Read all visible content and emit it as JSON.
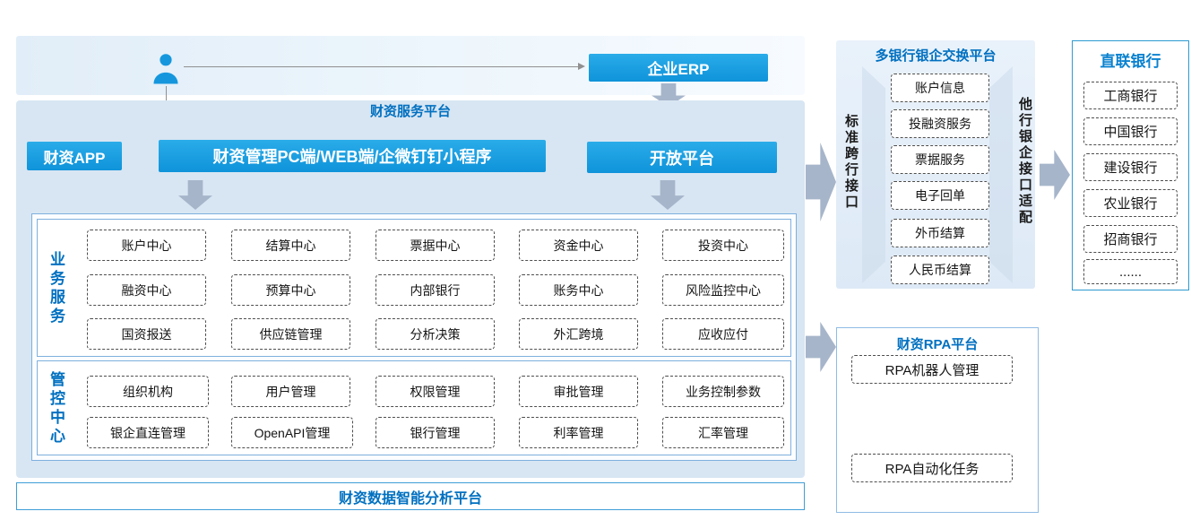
{
  "colors": {
    "accent_blue": "#149de3",
    "title_blue": "#0070c0",
    "panel_light_blue": "#d8e6f3",
    "arrow_gray": "#a6b5ca"
  },
  "top": {
    "erp": "企业ERP",
    "platform_title": "财资服务平台",
    "user_icon": "user-icon"
  },
  "entry": {
    "app": "财资APP",
    "pc": "财资管理PC端/WEB端/企微钉钉小程序",
    "open": "开放平台"
  },
  "business": {
    "label": "业务服务",
    "rows": [
      [
        "账户中心",
        "结算中心",
        "票据中心",
        "资金中心",
        "投资中心"
      ],
      [
        "融资中心",
        "预算中心",
        "内部银行",
        "账务中心",
        "风险监控中心"
      ],
      [
        "国资报送",
        "供应链管理",
        "分析决策",
        "外汇跨境",
        "应收应付"
      ]
    ]
  },
  "control": {
    "label": "管控中心",
    "rows": [
      [
        "组织机构",
        "用户管理",
        "权限管理",
        "审批管理",
        "业务控制参数"
      ],
      [
        "银企直连管理",
        "OpenAPI管理",
        "银行管理",
        "利率管理",
        "汇率管理"
      ]
    ]
  },
  "bottom": {
    "label": "财资数据智能分析平台"
  },
  "exchange": {
    "title": "多银行银企交换平台",
    "left_label": "标准跨行接口",
    "right_label": "他行银企接口适配",
    "items": [
      "账户信息",
      "投融资服务",
      "票据服务",
      "电子回单",
      "外币结算",
      "人民币结算"
    ]
  },
  "banks": {
    "title": "直联银行",
    "items": [
      "工商银行",
      "中国银行",
      "建设银行",
      "农业银行",
      "招商银行",
      "......"
    ]
  },
  "rpa": {
    "title": "财资RPA平台",
    "items": [
      "RPA机器人管理",
      "RPA自动化任务"
    ]
  }
}
